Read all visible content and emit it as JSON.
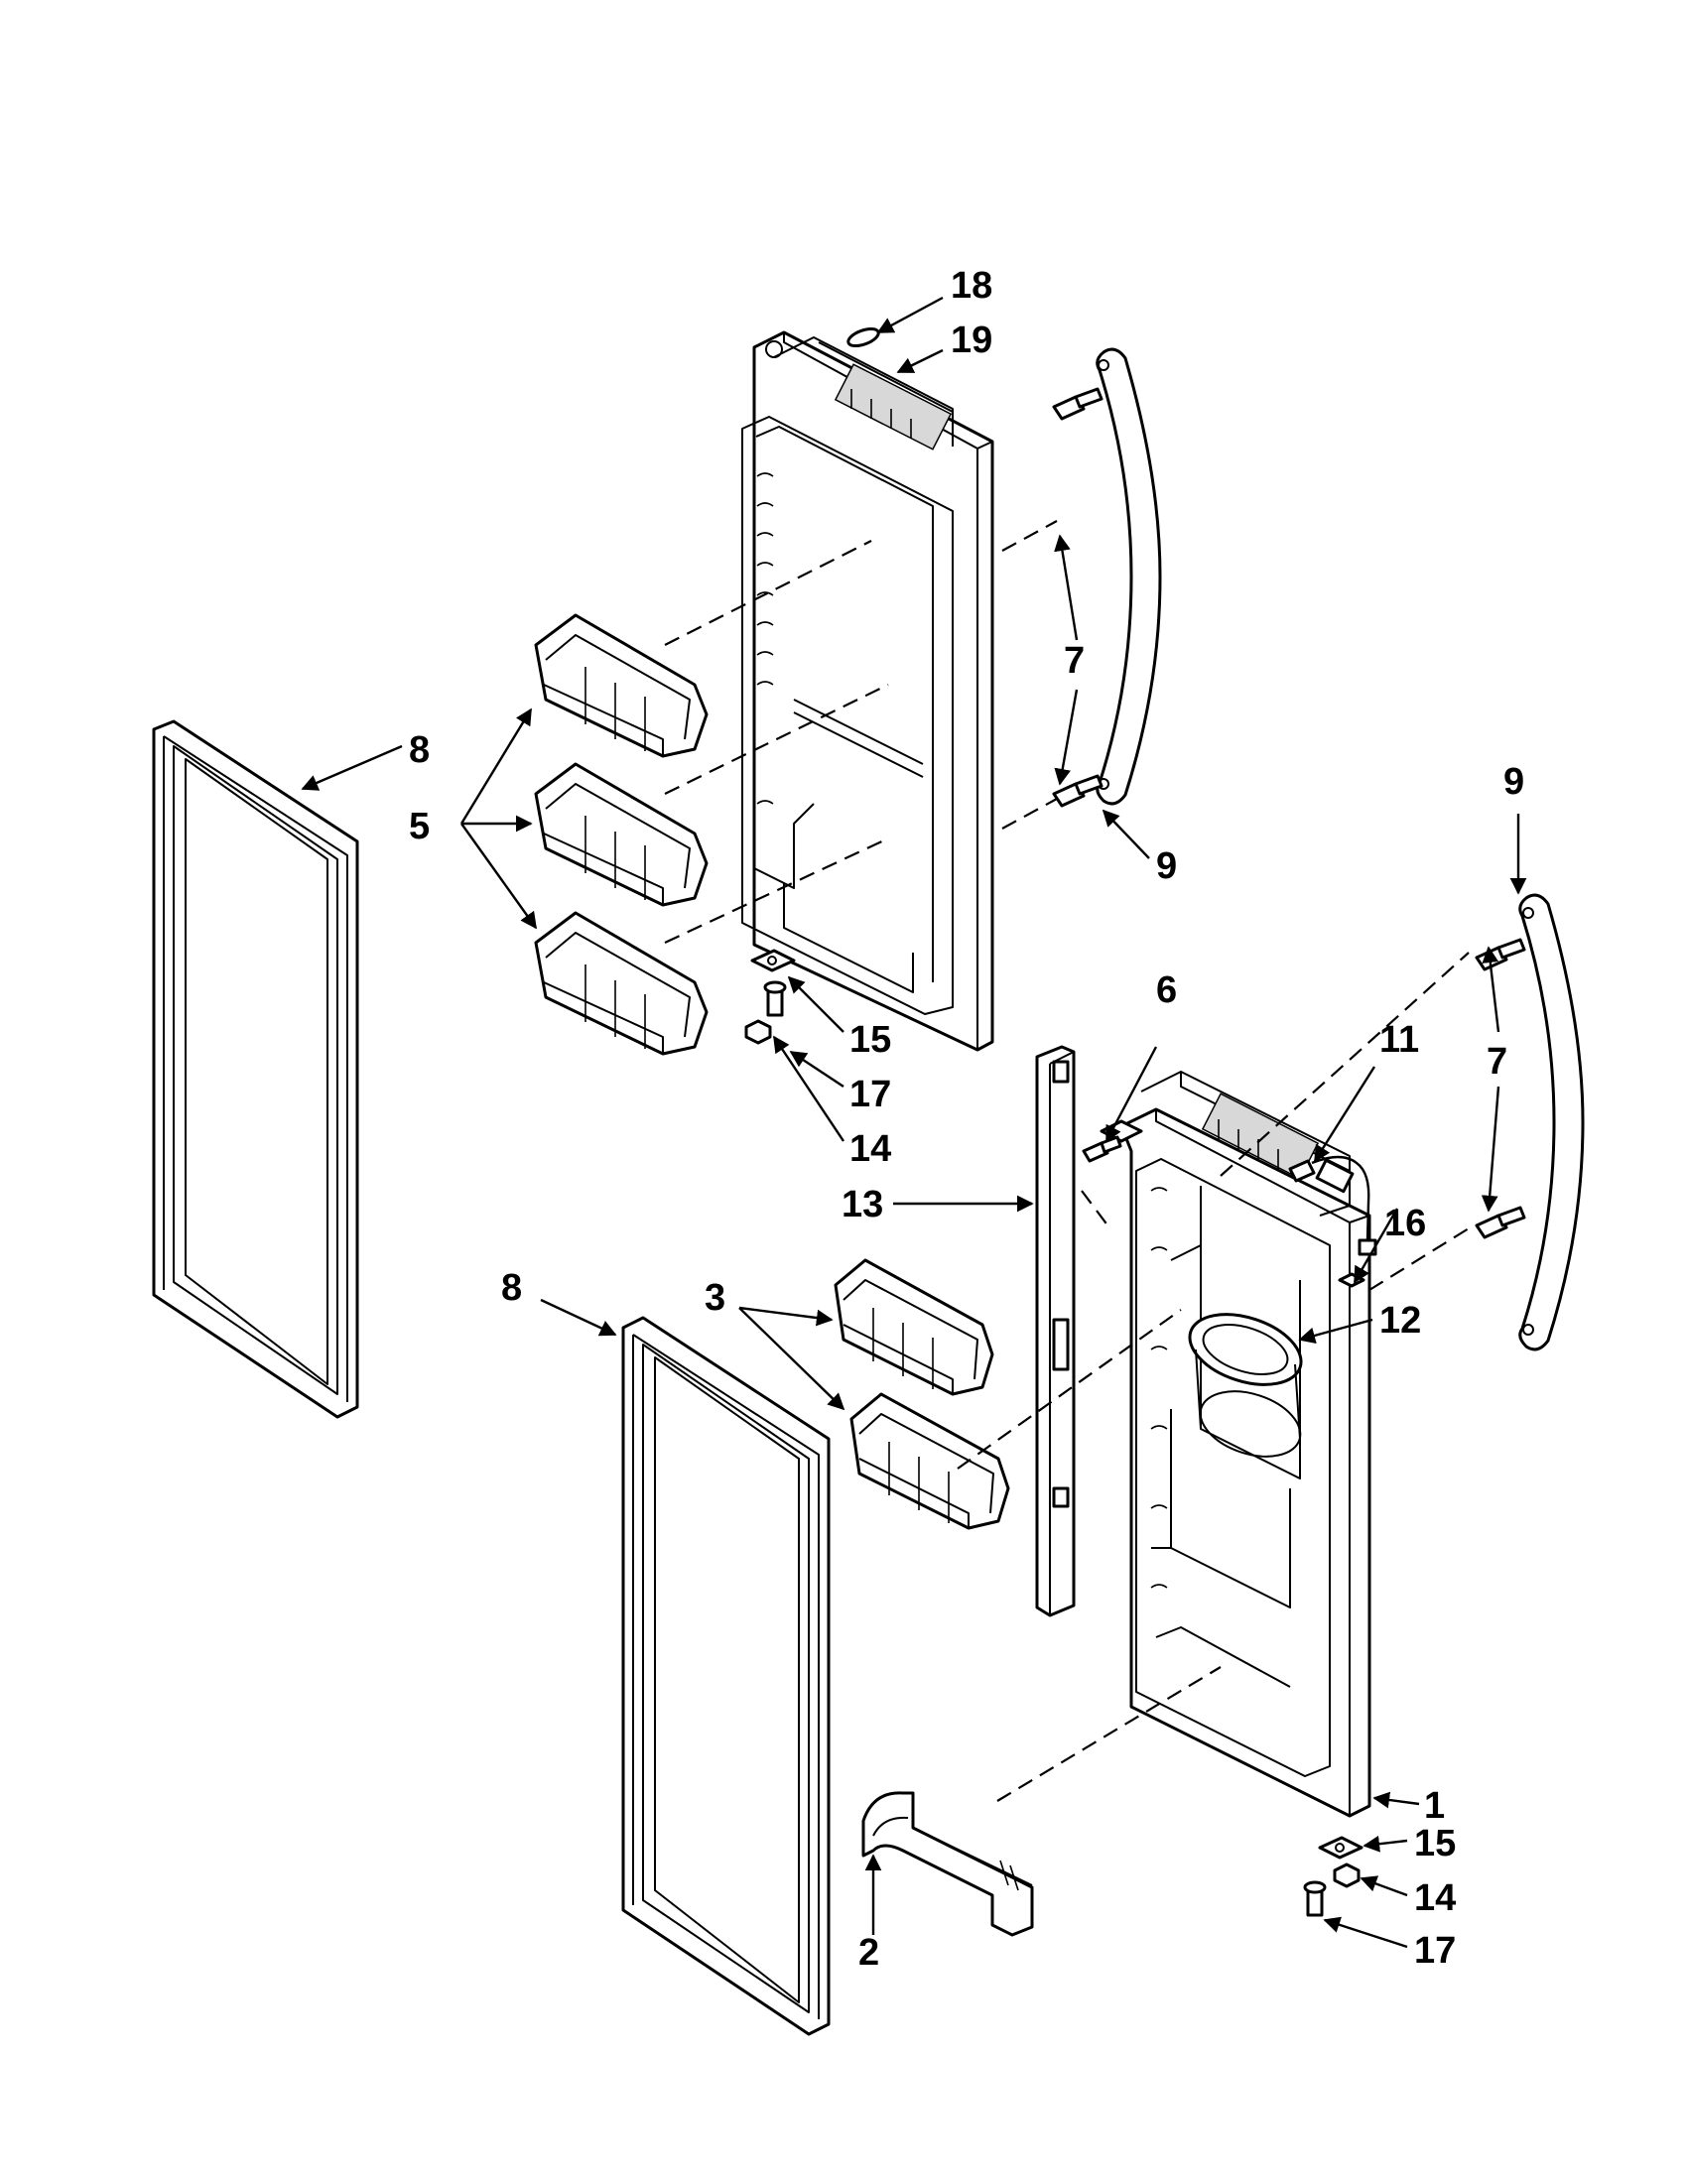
{
  "callouts": {
    "c18": "18",
    "c19": "19",
    "c7_top": "7",
    "c9_top": "9",
    "c8_left": "8",
    "c5": "5",
    "c15_top": "15",
    "c17_top": "17",
    "c14_top": "14",
    "c6": "6",
    "c9_right": "9",
    "c11": "11",
    "c7_right": "7",
    "c16": "16",
    "c13": "13",
    "c12": "12",
    "c8_mid": "8",
    "c3": "3",
    "c1": "1",
    "c15_bottom": "15",
    "c14_bottom": "14",
    "c17_bottom": "17",
    "c2": "2"
  }
}
